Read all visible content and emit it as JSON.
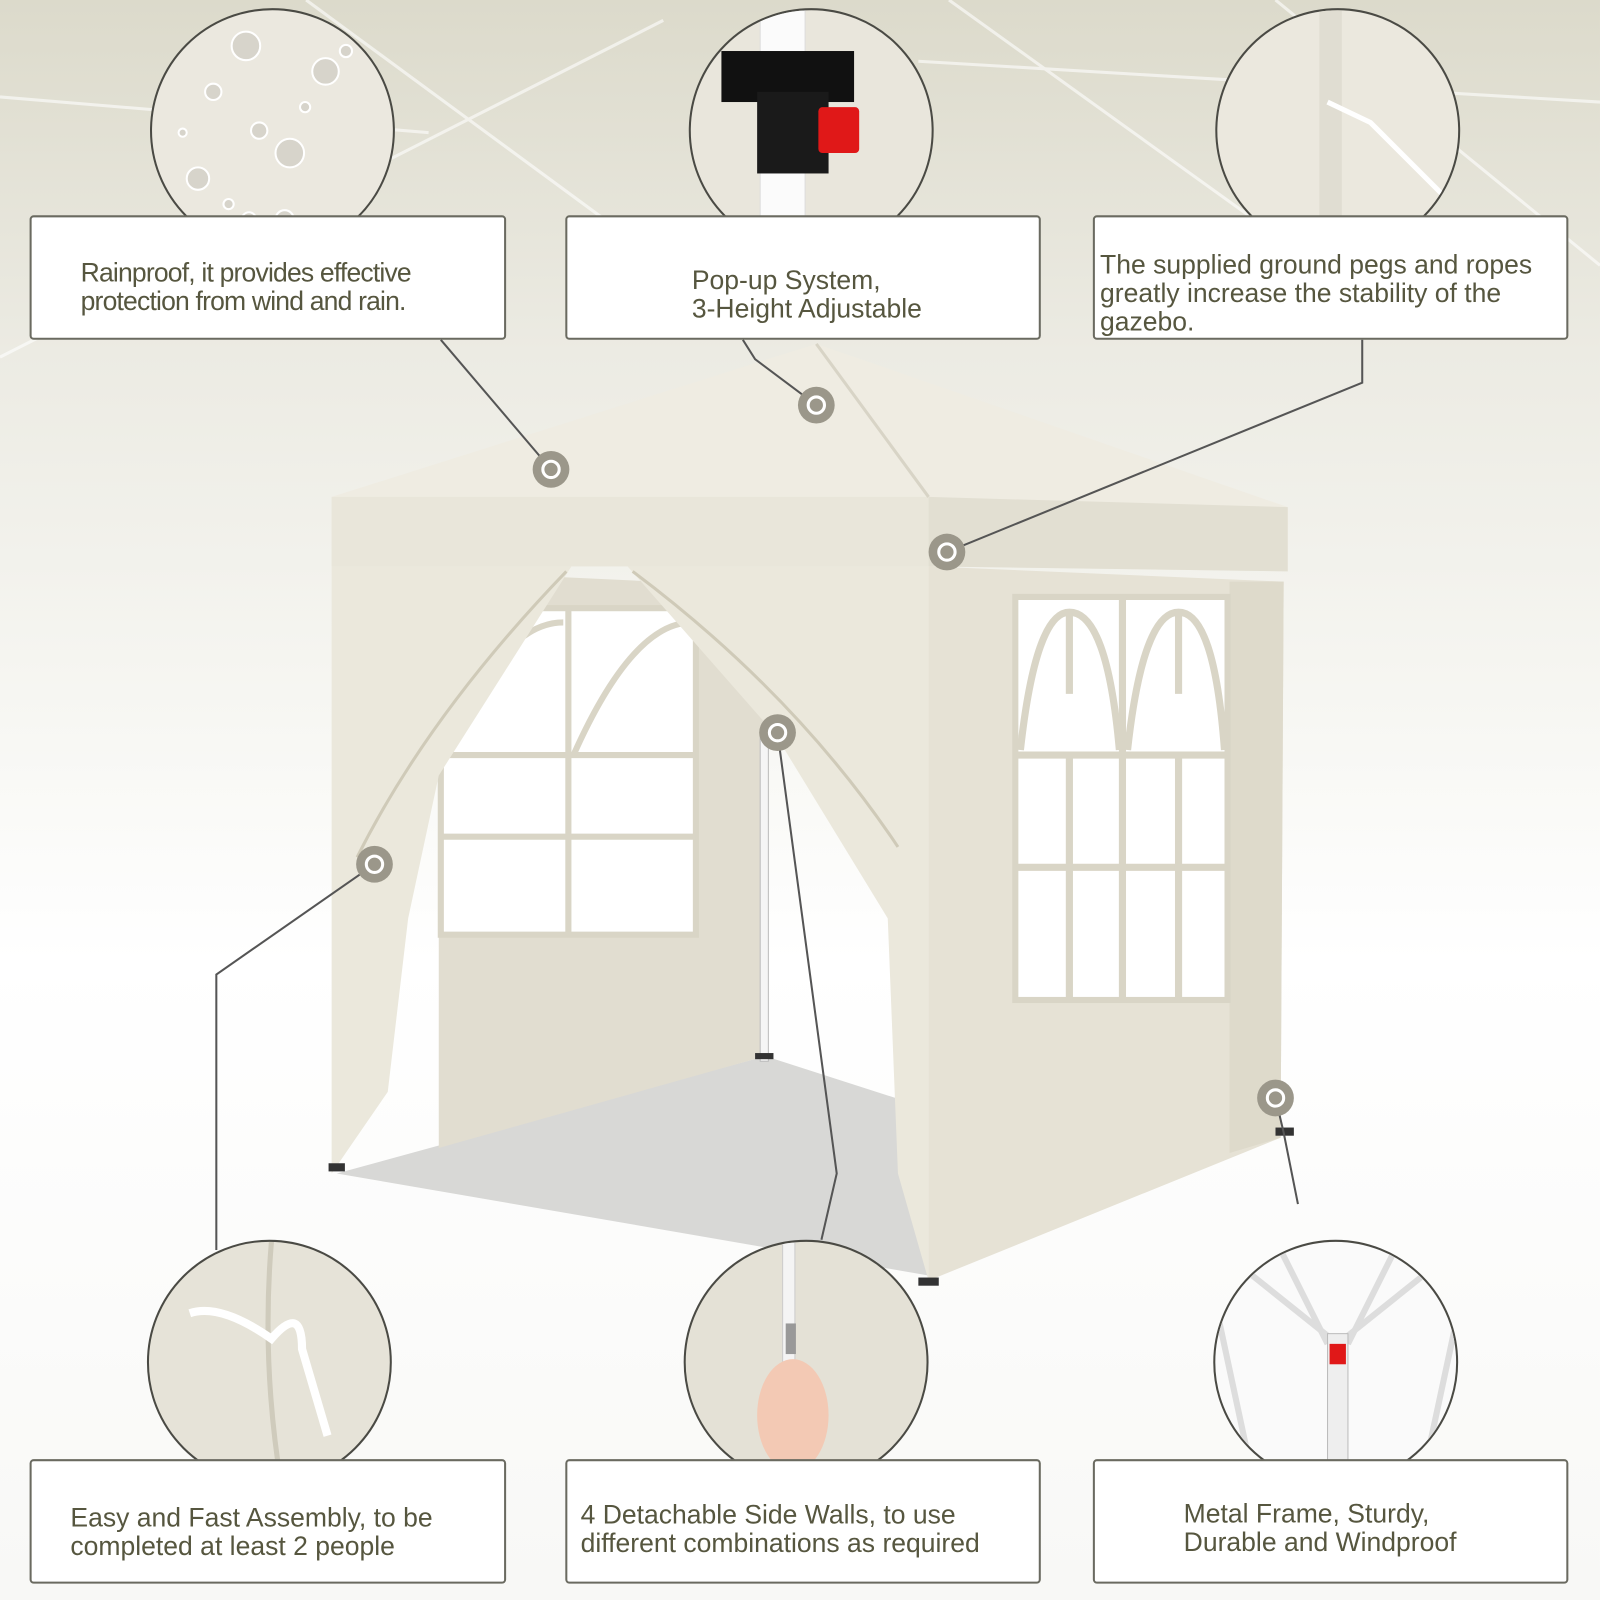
{
  "features": [
    {
      "id": "rainproof",
      "text": "Rainproof, it provides effective\nprotection from wind and rain."
    },
    {
      "id": "popup",
      "text": "Pop-up System,\n3-Height Adjustable"
    },
    {
      "id": "pegs",
      "text": "The supplied ground pegs and ropes\ngreatly increase the stability of the\ngazebo."
    },
    {
      "id": "assembly",
      "text": "Easy and Fast Assembly, to be\ncompleted at least 2 people"
    },
    {
      "id": "walls",
      "text": "4 Detachable Side Walls, to use\ndifferent combinations as required"
    },
    {
      "id": "frame",
      "text": "Metal Frame, Sturdy,\nDurable and Windproof"
    }
  ],
  "colors": {
    "tent": "#ece9dd",
    "accent": "#9b978a",
    "text": "#56563f",
    "red": "#e01818"
  }
}
